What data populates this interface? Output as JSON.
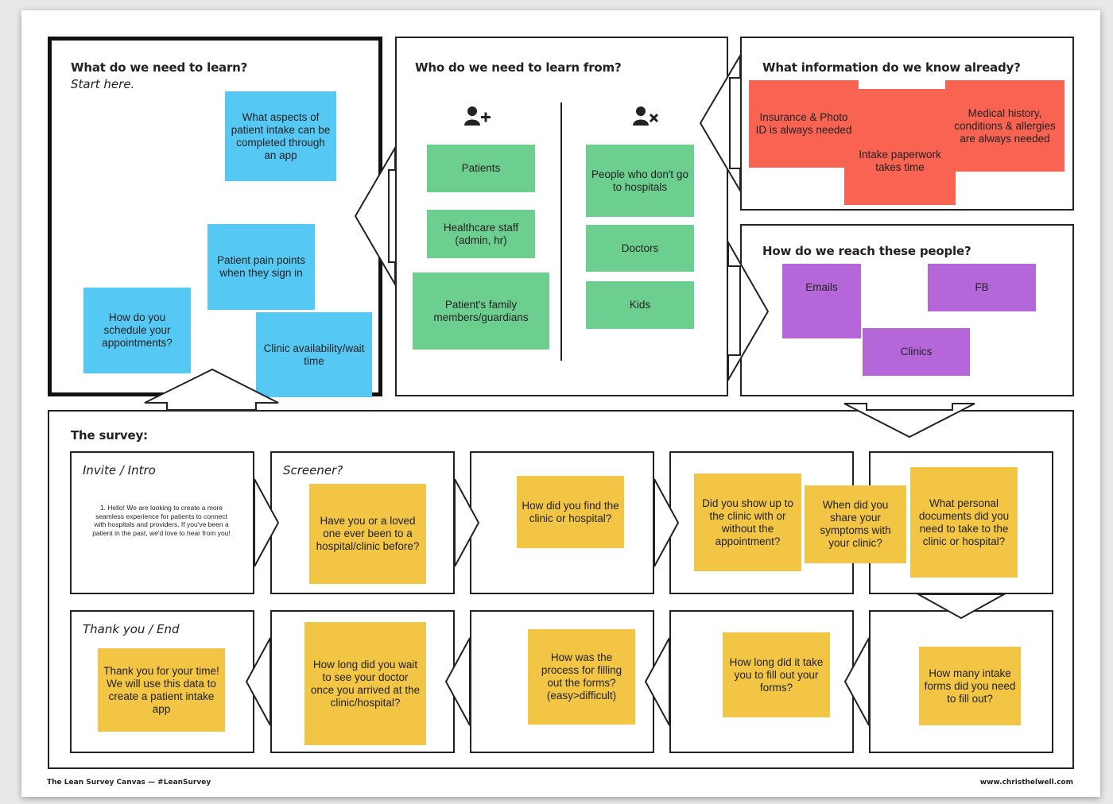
{
  "sections": {
    "learn": {
      "title": "What do we need to learn?",
      "subtitle": "Start here."
    },
    "who": {
      "title": "Who do we need to learn from?"
    },
    "known": {
      "title": "What information do we know already?"
    },
    "reach": {
      "title": "How do we reach these people?"
    },
    "survey": {
      "title": "The survey:"
    }
  },
  "learn_notes": [
    "What aspects of patient intake can be completed through an app",
    "Patient pain points when they sign in",
    "How do you schedule your appointments?",
    "Clinic availability/wait time"
  ],
  "who_include": [
    "Patients",
    "Healthcare staff (admin, hr)",
    "Patient's family members/guardians"
  ],
  "who_exclude": [
    "People who don't go to hospitals",
    "Doctors",
    "Kids"
  ],
  "known_notes": [
    "Insurance & Photo ID is always needed",
    "Intake paperwork takes time",
    "Medical history, conditions & allergies are always needed"
  ],
  "reach_notes": [
    "Emails",
    "FB",
    "Clinics"
  ],
  "survey": {
    "invite": {
      "title": "Invite / Intro",
      "text": "1. Hello! We are looking to create a more seamless experience for patients to connect with hospitals and providers. If you've been a patient in the past, we'd love to hear from you!"
    },
    "screener": {
      "title": "Screener?",
      "note": "Have you or a loved one ever been to a hospital/clinic before?"
    },
    "q3": "How did you find the clinic or hospital?",
    "q4a": "Did you show up to the clinic with or without the appointment?",
    "q4b": "When did you share your symptoms with your clinic?",
    "q5": "What personal documents did you need to take to the clinic or hospital?",
    "q6": "How many intake forms did you need to fill out?",
    "q7": "How long did it take you to fill out your forms?",
    "q8": "How was the process for filling out the forms? (easy>difficult)",
    "q9": "How long did you wait to see your doctor once you arrived at the clinic/hospital?",
    "end": {
      "title": "Thank you / End",
      "note": "Thank you for your time!  We will use this data to create a patient intake app"
    }
  },
  "icons": {
    "include": "add-person-icon",
    "exclude": "remove-person-icon"
  },
  "footer": {
    "left": "The Lean Survey Canvas — #LeanSurvey",
    "right": "www.christhelwell.com"
  },
  "colors": {
    "blue": "#56c8f4",
    "green": "#6ccf90",
    "red": "#f96352",
    "purple": "#b566d9",
    "yellow": "#f2c544"
  }
}
